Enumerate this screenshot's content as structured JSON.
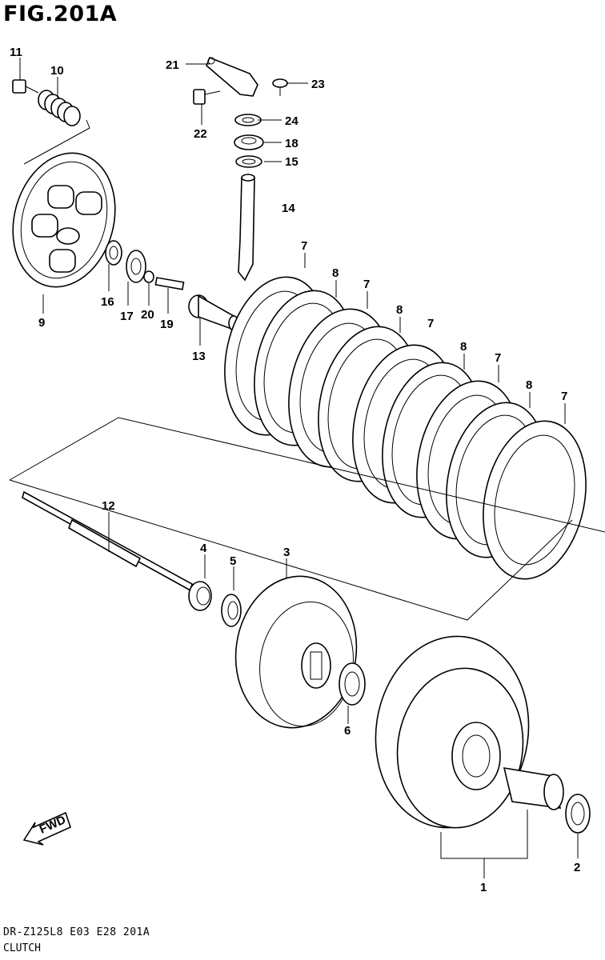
{
  "figure": {
    "title": "FIG.201A",
    "model_code": "DR-Z125L8 E03 E28 201A",
    "group_name": "CLUTCH",
    "fwd_label": "FWD"
  },
  "callouts": [
    {
      "id": "c1",
      "text": "1"
    },
    {
      "id": "c2",
      "text": "2"
    },
    {
      "id": "c3",
      "text": "3"
    },
    {
      "id": "c4",
      "text": "4"
    },
    {
      "id": "c5",
      "text": "5"
    },
    {
      "id": "c6",
      "text": "6"
    },
    {
      "id": "c7a",
      "text": "7"
    },
    {
      "id": "c7b",
      "text": "7"
    },
    {
      "id": "c7c",
      "text": "7"
    },
    {
      "id": "c7d",
      "text": "7"
    },
    {
      "id": "c7e",
      "text": "7"
    },
    {
      "id": "c8a",
      "text": "8"
    },
    {
      "id": "c8b",
      "text": "8"
    },
    {
      "id": "c8c",
      "text": "8"
    },
    {
      "id": "c8d",
      "text": "8"
    },
    {
      "id": "c9",
      "text": "9"
    },
    {
      "id": "c10",
      "text": "10"
    },
    {
      "id": "c11",
      "text": "11"
    },
    {
      "id": "c12",
      "text": "12"
    },
    {
      "id": "c13",
      "text": "13"
    },
    {
      "id": "c14",
      "text": "14"
    },
    {
      "id": "c15",
      "text": "15"
    },
    {
      "id": "c16",
      "text": "16"
    },
    {
      "id": "c17",
      "text": "17"
    },
    {
      "id": "c18",
      "text": "18"
    },
    {
      "id": "c19",
      "text": "19"
    },
    {
      "id": "c20",
      "text": "20"
    },
    {
      "id": "c21",
      "text": "21"
    },
    {
      "id": "c22",
      "text": "22"
    },
    {
      "id": "c23",
      "text": "23"
    },
    {
      "id": "c24",
      "text": "24"
    }
  ]
}
